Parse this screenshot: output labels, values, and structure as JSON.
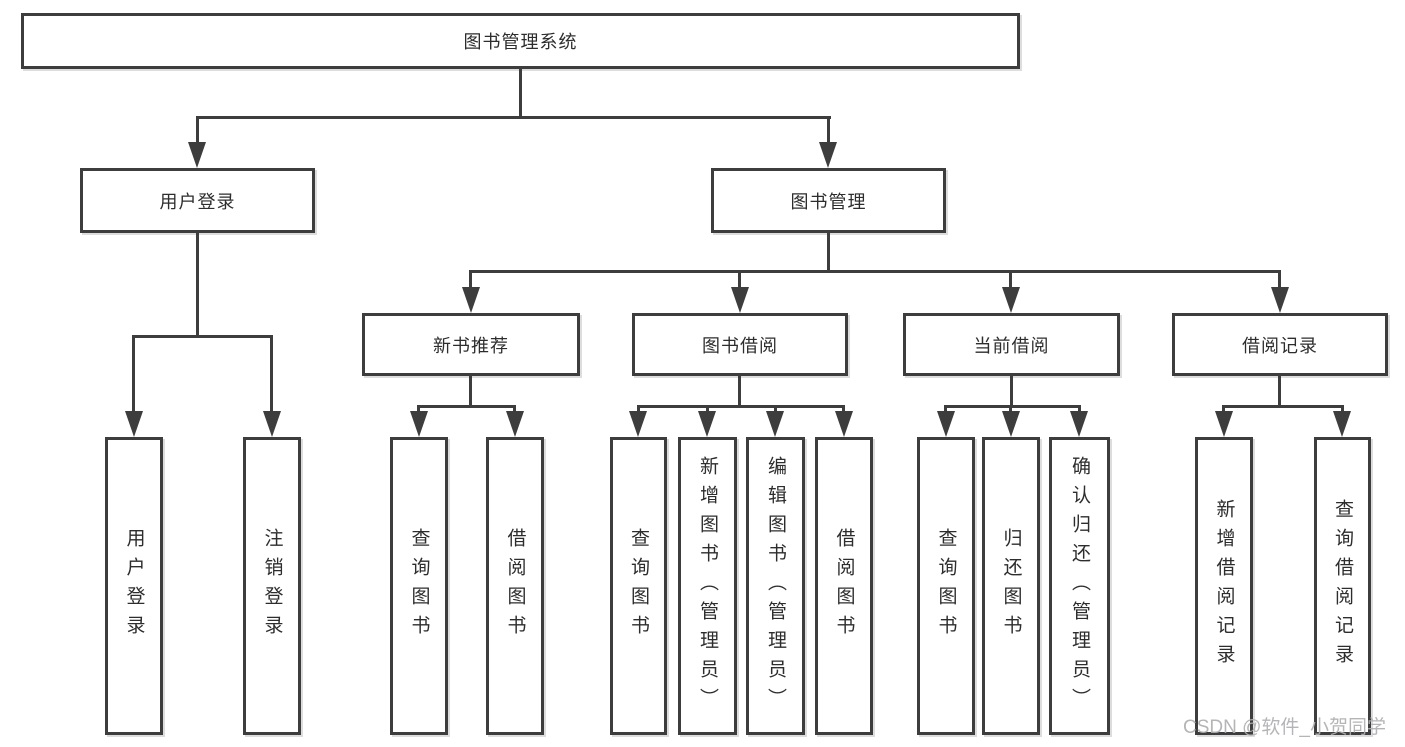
{
  "diagram": {
    "root": {
      "label": "图书管理系统"
    },
    "level2": [
      {
        "label": "用户登录"
      },
      {
        "label": "图书管理"
      }
    ],
    "level3": [
      {
        "label": "新书推荐"
      },
      {
        "label": "图书借阅"
      },
      {
        "label": "当前借阅"
      },
      {
        "label": "借阅记录"
      }
    ],
    "leaves": {
      "login": [
        "用户登录",
        "注销登录"
      ],
      "recommend": [
        "查询图书",
        "借阅图书"
      ],
      "borrow": [
        "查询图书",
        "新增图书（管理员）",
        "编辑图书（管理员）",
        "借阅图书"
      ],
      "current": [
        "查询图书",
        "归还图书",
        "确认归还（管理员）"
      ],
      "records": [
        "新增借阅记录",
        "查询借阅记录"
      ]
    }
  },
  "watermark": {
    "text": "CSDN @软件_小贺同学"
  },
  "colors": {
    "line": "#3d3d3d",
    "text": "#2d2d2d",
    "watermark": "#b0b0b3",
    "background": "#ffffff"
  }
}
